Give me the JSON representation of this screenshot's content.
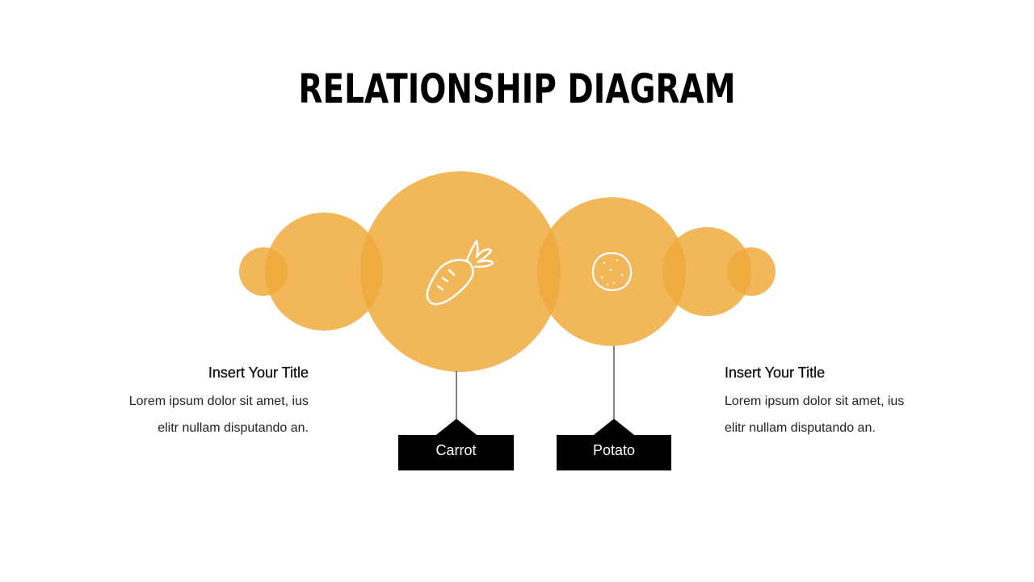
{
  "slide": {
    "title": "RELATIONSHIP DIAGRAM"
  },
  "colors": {
    "circle_fill": "#F0AA3C",
    "overlap_tint": "#EC9F2A",
    "tag_fill": "#000000",
    "line": "#000000"
  },
  "icons": [
    "carrot-icon",
    "potato-icon"
  ],
  "tags": [
    {
      "label": "Carrot"
    },
    {
      "label": "Potato"
    }
  ],
  "text_blocks": [
    {
      "title": "Insert Your Title",
      "body": "Lorem ipsum dolor sit amet, ius elitr nullam disputando an."
    },
    {
      "title": "Insert Your Title",
      "body": "Lorem ipsum dolor sit amet, ius elitr nullam disputando an."
    }
  ]
}
